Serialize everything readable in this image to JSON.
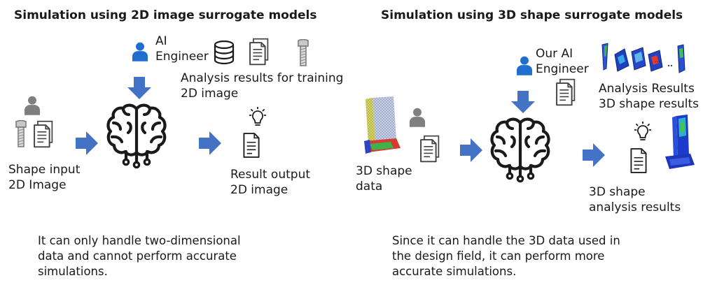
{
  "left": {
    "title": "Simulation using 2D image surrogate models",
    "engineer_label": [
      "AI",
      "Engineer"
    ],
    "training_label": [
      "Analysis results for training",
      "2D image"
    ],
    "input_label": [
      "Shape input",
      "2D Image"
    ],
    "output_label": [
      "Result output",
      "2D image"
    ],
    "description": [
      "It can only handle two-dimensional",
      "data and cannot perform accurate",
      "simulations."
    ]
  },
  "right": {
    "title": "Simulation using 3D shape surrogate models",
    "engineer_label": [
      "Our AI",
      "Engineer"
    ],
    "analysis_label": [
      "Analysis Results",
      "3D shape results"
    ],
    "ellipsis": "...",
    "data_label": [
      "3D shape",
      "data"
    ],
    "output_label": [
      "3D shape",
      "analysis results"
    ],
    "description": [
      "Since it can handle the 3D data used in",
      "the design field, it can perform more",
      "accurate simulations."
    ]
  },
  "colors": {
    "arrow": "#4472c4",
    "person": "#1f6fd1",
    "person_gray": "#7f7f7f",
    "icon_stroke": "#1a1a1a"
  }
}
